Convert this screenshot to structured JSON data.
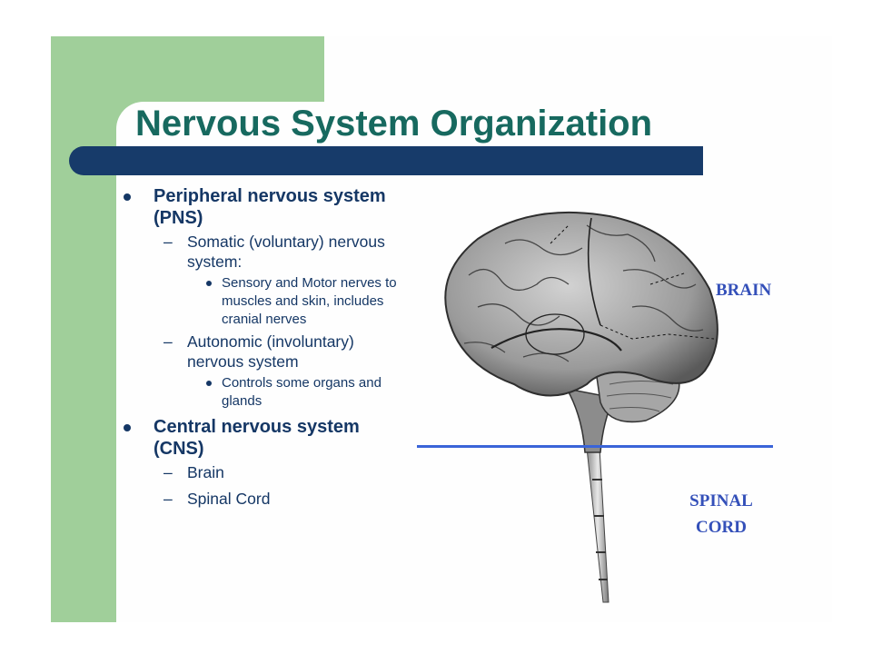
{
  "slide": {
    "title": "Nervous System Organization",
    "colors": {
      "green": "#a0cf9a",
      "navy": "#173b6a",
      "title": "#17695f",
      "text": "#153765",
      "label": "#3450b9",
      "line": "#3a64d8"
    }
  },
  "bullets": {
    "pns": {
      "text": "Peripheral nervous system (PNS)",
      "somatic": {
        "text": "Somatic (voluntary) nervous system:",
        "detail": "Sensory and Motor nerves to muscles and skin, includes cranial nerves"
      },
      "autonomic": {
        "text": "Autonomic (involuntary) nervous system",
        "detail": "Controls some organs and glands"
      }
    },
    "cns": {
      "text": "Central nervous system (CNS)",
      "brain": "Brain",
      "spinal_cord": "Spinal Cord"
    }
  },
  "figure": {
    "brain_label": "BRAIN",
    "spinal_label_line1": "SPINAL",
    "spinal_label_line2": "CORD"
  }
}
